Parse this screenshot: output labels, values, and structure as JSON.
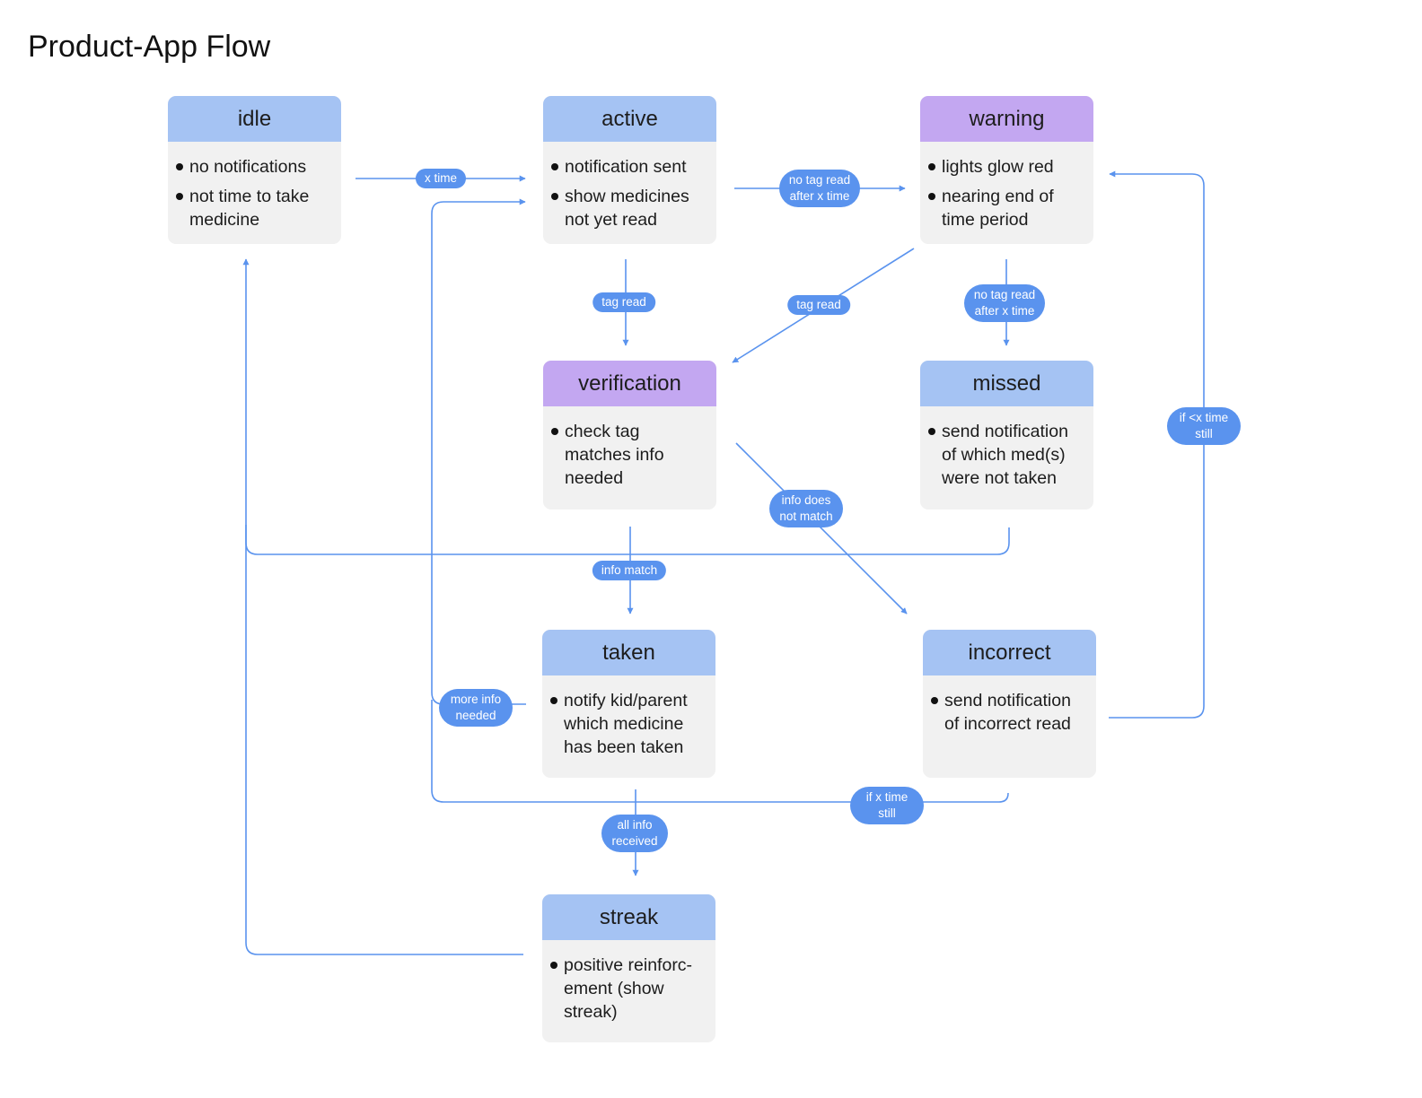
{
  "title": "Product-App Flow",
  "colors": {
    "header_blue": "#a5c3f3",
    "header_purple": "#c3a7f1",
    "node_body": "#f1f1f1",
    "connector": "#5a93ee",
    "label_bg": "#5a93ee"
  },
  "nodes": {
    "idle": {
      "title": "idle",
      "header_color": "blue",
      "bullets": [
        "no notifications",
        "not time to take medicine"
      ]
    },
    "active": {
      "title": "active",
      "header_color": "blue",
      "bullets": [
        "notification sent",
        "show medicines not yet read"
      ]
    },
    "warning": {
      "title": "warning",
      "header_color": "purple",
      "bullets": [
        "lights glow red",
        "nearing end of time period"
      ]
    },
    "verification": {
      "title": "verification",
      "header_color": "purple",
      "bullets": [
        "check tag matches info needed"
      ]
    },
    "missed": {
      "title": "missed",
      "header_color": "blue",
      "bullets": [
        "send notification of which med(s) were not taken"
      ]
    },
    "taken": {
      "title": "taken",
      "header_color": "blue",
      "bullets": [
        "notify kid/parent which medicine has been taken"
      ]
    },
    "incorrect": {
      "title": "incorrect",
      "header_color": "blue",
      "bullets": [
        "send notification of incorrect read"
      ]
    },
    "streak": {
      "title": "streak",
      "header_color": "blue",
      "bullets": [
        "positive reinforc-ement (show streak)"
      ]
    }
  },
  "edges": {
    "idle_to_active": {
      "from": "idle",
      "to": "active",
      "label": "x time"
    },
    "active_to_warning": {
      "from": "active",
      "to": "warning",
      "label": "no tag read after x time"
    },
    "active_to_verification": {
      "from": "active",
      "to": "verification",
      "label": "tag read"
    },
    "warning_to_verification": {
      "from": "warning",
      "to": "verification",
      "label": "tag read"
    },
    "warning_to_missed": {
      "from": "warning",
      "to": "missed",
      "label": "no tag read after x time"
    },
    "verification_to_taken": {
      "from": "verification",
      "to": "taken",
      "label": "info match"
    },
    "verification_to_incorrect": {
      "from": "verification",
      "to": "incorrect",
      "label": "info does not match"
    },
    "incorrect_to_warning": {
      "from": "incorrect",
      "to": "warning",
      "label": "if <x time still"
    },
    "taken_to_active": {
      "from": "taken",
      "to": "active",
      "label": "more info needed"
    },
    "taken_to_streak": {
      "from": "taken",
      "to": "streak",
      "label": "all info received"
    },
    "incorrect_to_active": {
      "from": "incorrect",
      "to": "active",
      "label": "if x time still"
    },
    "missed_to_idle": {
      "from": "missed",
      "to": "idle",
      "label": ""
    },
    "streak_to_idle": {
      "from": "streak",
      "to": "idle",
      "label": ""
    }
  }
}
